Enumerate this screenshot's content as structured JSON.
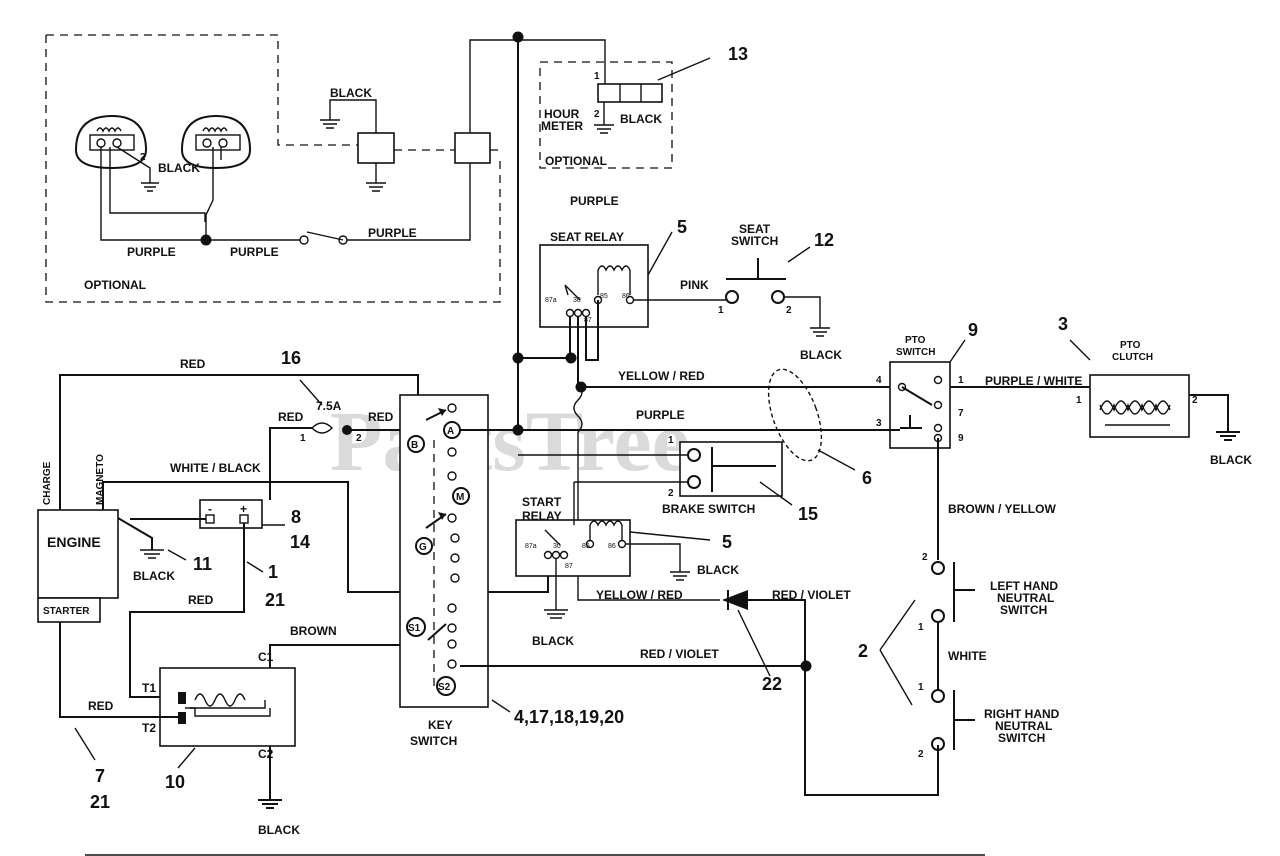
{
  "watermark": "PartsTree",
  "labels": {
    "black": "BLACK",
    "purple": "PURPLE",
    "red": "RED",
    "pink": "PINK",
    "brown": "BROWN",
    "white": "WHITE",
    "optional": "OPTIONAL",
    "yellow_red": "YELLOW / RED",
    "purple_white": "PURPLE / WHITE",
    "white_black": "WHITE / BLACK",
    "brown_yellow": "BROWN / YELLOW",
    "red_violet": "RED / VIOLET",
    "fuse": "7.5A",
    "charge": "CHARGE",
    "magneto": "MAGNETO",
    "engine": "ENGINE",
    "starter": "STARTER",
    "hour": "HOUR",
    "meter": "METER",
    "seat_relay": "SEAT RELAY",
    "seat": "SEAT",
    "switch": "SWITCH",
    "pto": "PTO",
    "clutch": "CLUTCH",
    "start": "START",
    "relay": "RELAY",
    "brake_switch": "BRAKE SWITCH",
    "key": "KEY",
    "left_hand": "LEFT HAND",
    "right_hand": "RIGHT HAND",
    "neutral": "NEUTRAL",
    "t1": "T1",
    "t2": "T2",
    "c1": "C1",
    "c2": "C2",
    "minus": "-",
    "plus": "+",
    "r87a": "87a",
    "r30": "30",
    "r87": "87",
    "r85": "85",
    "r86": "86"
  },
  "pins": {
    "p1": "1",
    "p2": "2",
    "p3": "3",
    "p4": "4",
    "p7": "7",
    "p9": "9"
  },
  "key_terminals": [
    "B",
    "A",
    "M",
    "G",
    "S1",
    "S2"
  ],
  "callouts": {
    "c13": "13",
    "c5": "5",
    "c12": "12",
    "c16": "16",
    "c9": "9",
    "c3": "3",
    "c8": "8",
    "c14": "14",
    "c11": "11",
    "c1": "1",
    "c21": "21",
    "c15": "15",
    "c6": "6",
    "c2": "2",
    "c22": "22",
    "c7": "7",
    "c10": "10",
    "c_key": "4,17,18,19,20"
  }
}
